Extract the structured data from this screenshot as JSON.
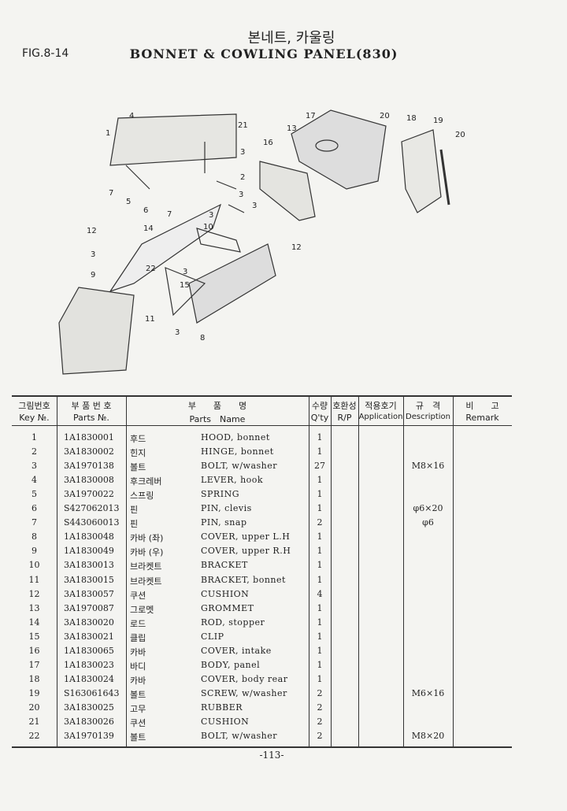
{
  "header": {
    "fig": "FIG.8-14",
    "title_ko": "본네트, 카울링",
    "title_en": "BONNET & COWLING PANEL(830)"
  },
  "callouts": [
    "4",
    "1",
    "21",
    "3",
    "2",
    "3",
    "7",
    "5",
    "6",
    "17",
    "13",
    "16",
    "20",
    "18",
    "19",
    "20",
    "3",
    "7",
    "3",
    "10",
    "14",
    "12",
    "3",
    "12",
    "9",
    "22",
    "3",
    "15",
    "11",
    "3",
    "8"
  ],
  "table": {
    "headers": {
      "key_ko": "그림번호",
      "key_en": "Key №.",
      "parts_ko": "부 품 번 호",
      "parts_en": "Parts №.",
      "name_ko": "부　　품　　명",
      "name_en": "Parts　Name",
      "qty_ko": "수량",
      "qty_en": "Q'ty",
      "rp_ko": "호환성",
      "rp_en": "R/P",
      "app_ko": "적용호기",
      "app_en": "Application",
      "desc_ko": "규　격",
      "desc_en": "Description",
      "remark_ko": "비　　고",
      "remark_en": "Remark"
    },
    "rows": [
      {
        "key": "1",
        "part": "1A1830001",
        "ko": "후드",
        "en": "HOOD, bonnet",
        "qty": "1",
        "desc": ""
      },
      {
        "key": "2",
        "part": "3A1830002",
        "ko": "힌지",
        "en": "HINGE, bonnet",
        "qty": "1",
        "desc": ""
      },
      {
        "key": "3",
        "part": "3A1970138",
        "ko": "볼트",
        "en": "BOLT, w/washer",
        "qty": "27",
        "desc": "M8×16"
      },
      {
        "key": "4",
        "part": "3A1830008",
        "ko": "후크레버",
        "en": "LEVER, hook",
        "qty": "1",
        "desc": ""
      },
      {
        "key": "5",
        "part": "3A1970022",
        "ko": "스프링",
        "en": "SPRING",
        "qty": "1",
        "desc": ""
      },
      {
        "key": "6",
        "part": "S427062013",
        "ko": "핀",
        "en": "PIN, clevis",
        "qty": "1",
        "desc": "φ6×20"
      },
      {
        "key": "7",
        "part": "S443060013",
        "ko": "핀",
        "en": "PIN, snap",
        "qty": "2",
        "desc": "φ6"
      },
      {
        "key": "8",
        "part": "1A1830048",
        "ko": "카바 (좌)",
        "en": "COVER, upper L.H",
        "qty": "1",
        "desc": ""
      },
      {
        "key": "9",
        "part": "1A1830049",
        "ko": "카바 (우)",
        "en": "COVER, upper R.H",
        "qty": "1",
        "desc": ""
      },
      {
        "key": "10",
        "part": "3A1830013",
        "ko": "브라켓트",
        "en": "BRACKET",
        "qty": "1",
        "desc": ""
      },
      {
        "key": "11",
        "part": "3A1830015",
        "ko": "브라켓트",
        "en": "BRACKET, bonnet",
        "qty": "1",
        "desc": ""
      },
      {
        "key": "12",
        "part": "3A1830057",
        "ko": "쿠션",
        "en": "CUSHION",
        "qty": "4",
        "desc": ""
      },
      {
        "key": "13",
        "part": "3A1970087",
        "ko": "그로멧",
        "en": "GROMMET",
        "qty": "1",
        "desc": ""
      },
      {
        "key": "14",
        "part": "3A1830020",
        "ko": "로드",
        "en": "ROD, stopper",
        "qty": "1",
        "desc": ""
      },
      {
        "key": "15",
        "part": "3A1830021",
        "ko": "클립",
        "en": "CLIP",
        "qty": "1",
        "desc": ""
      },
      {
        "key": "16",
        "part": "1A1830065",
        "ko": "카바",
        "en": "COVER, intake",
        "qty": "1",
        "desc": ""
      },
      {
        "key": "17",
        "part": "1A1830023",
        "ko": "바디",
        "en": "BODY, panel",
        "qty": "1",
        "desc": ""
      },
      {
        "key": "18",
        "part": "1A1830024",
        "ko": "카바",
        "en": "COVER, body rear",
        "qty": "1",
        "desc": ""
      },
      {
        "key": "19",
        "part": "S163061643",
        "ko": "볼트",
        "en": "SCREW, w/washer",
        "qty": "2",
        "desc": "M6×16"
      },
      {
        "key": "20",
        "part": "3A1830025",
        "ko": "고무",
        "en": "RUBBER",
        "qty": "2",
        "desc": ""
      },
      {
        "key": "21",
        "part": "3A1830026",
        "ko": "쿠션",
        "en": "CUSHION",
        "qty": "2",
        "desc": ""
      },
      {
        "key": "22",
        "part": "3A1970139",
        "ko": "볼트",
        "en": "BOLT, w/washer",
        "qty": "2",
        "desc": "M8×20"
      }
    ]
  },
  "footer": {
    "page": "-113-"
  }
}
